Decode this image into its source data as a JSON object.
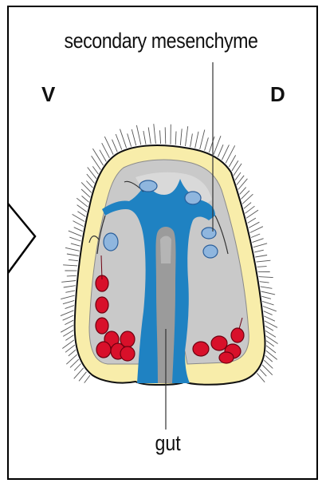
{
  "labels": {
    "secondary_mesenchyme": "secondary mesenchyme",
    "ventral": "V",
    "dorsal": "D",
    "gut": "gut"
  },
  "colors": {
    "frame": "#000000",
    "ectoderm": "#f8edaa",
    "blastocoel": "#c9c9c9",
    "gut_wall": "#1f82c2",
    "gut_lumen": "#9b9b9b",
    "secondary_mesenchyme_cells": "#8fb6de",
    "primary_mesenchyme_cells": "#d8102a",
    "cilia": "#555555"
  }
}
